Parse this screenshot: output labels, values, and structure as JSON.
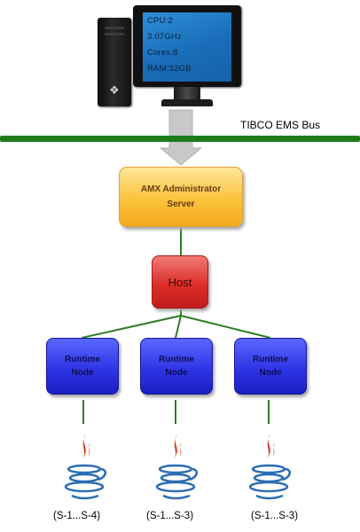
{
  "computer": {
    "specs": [
      "CPU:2",
      "3.07GHz",
      "Cores:8",
      "RAM:32GB"
    ]
  },
  "bus": {
    "label": "TIBCO EMS Bus"
  },
  "admin_server": {
    "line1": "AMX Administrator",
    "line2": "Server"
  },
  "host": {
    "label": "Host"
  },
  "runtime_nodes": [
    {
      "line1": "Runtime",
      "line2": "Node",
      "services": "(S-1...S-4)"
    },
    {
      "line1": "Runtime",
      "line2": "Node",
      "services": "(S-1...S-3)"
    },
    {
      "line1": "Runtime",
      "line2": "Node",
      "services": "(S-1...S-3)"
    }
  ],
  "icons": [
    "computer-tower-icon",
    "monitor-icon",
    "java-icon"
  ],
  "colors": {
    "bus": "#1f7a1a",
    "connector": "#2e7d24",
    "admin_fill": "#f9c23a",
    "host_fill": "#dc2f2b",
    "node_fill": "#2f35e6",
    "arrow": "#c7c7c7"
  }
}
